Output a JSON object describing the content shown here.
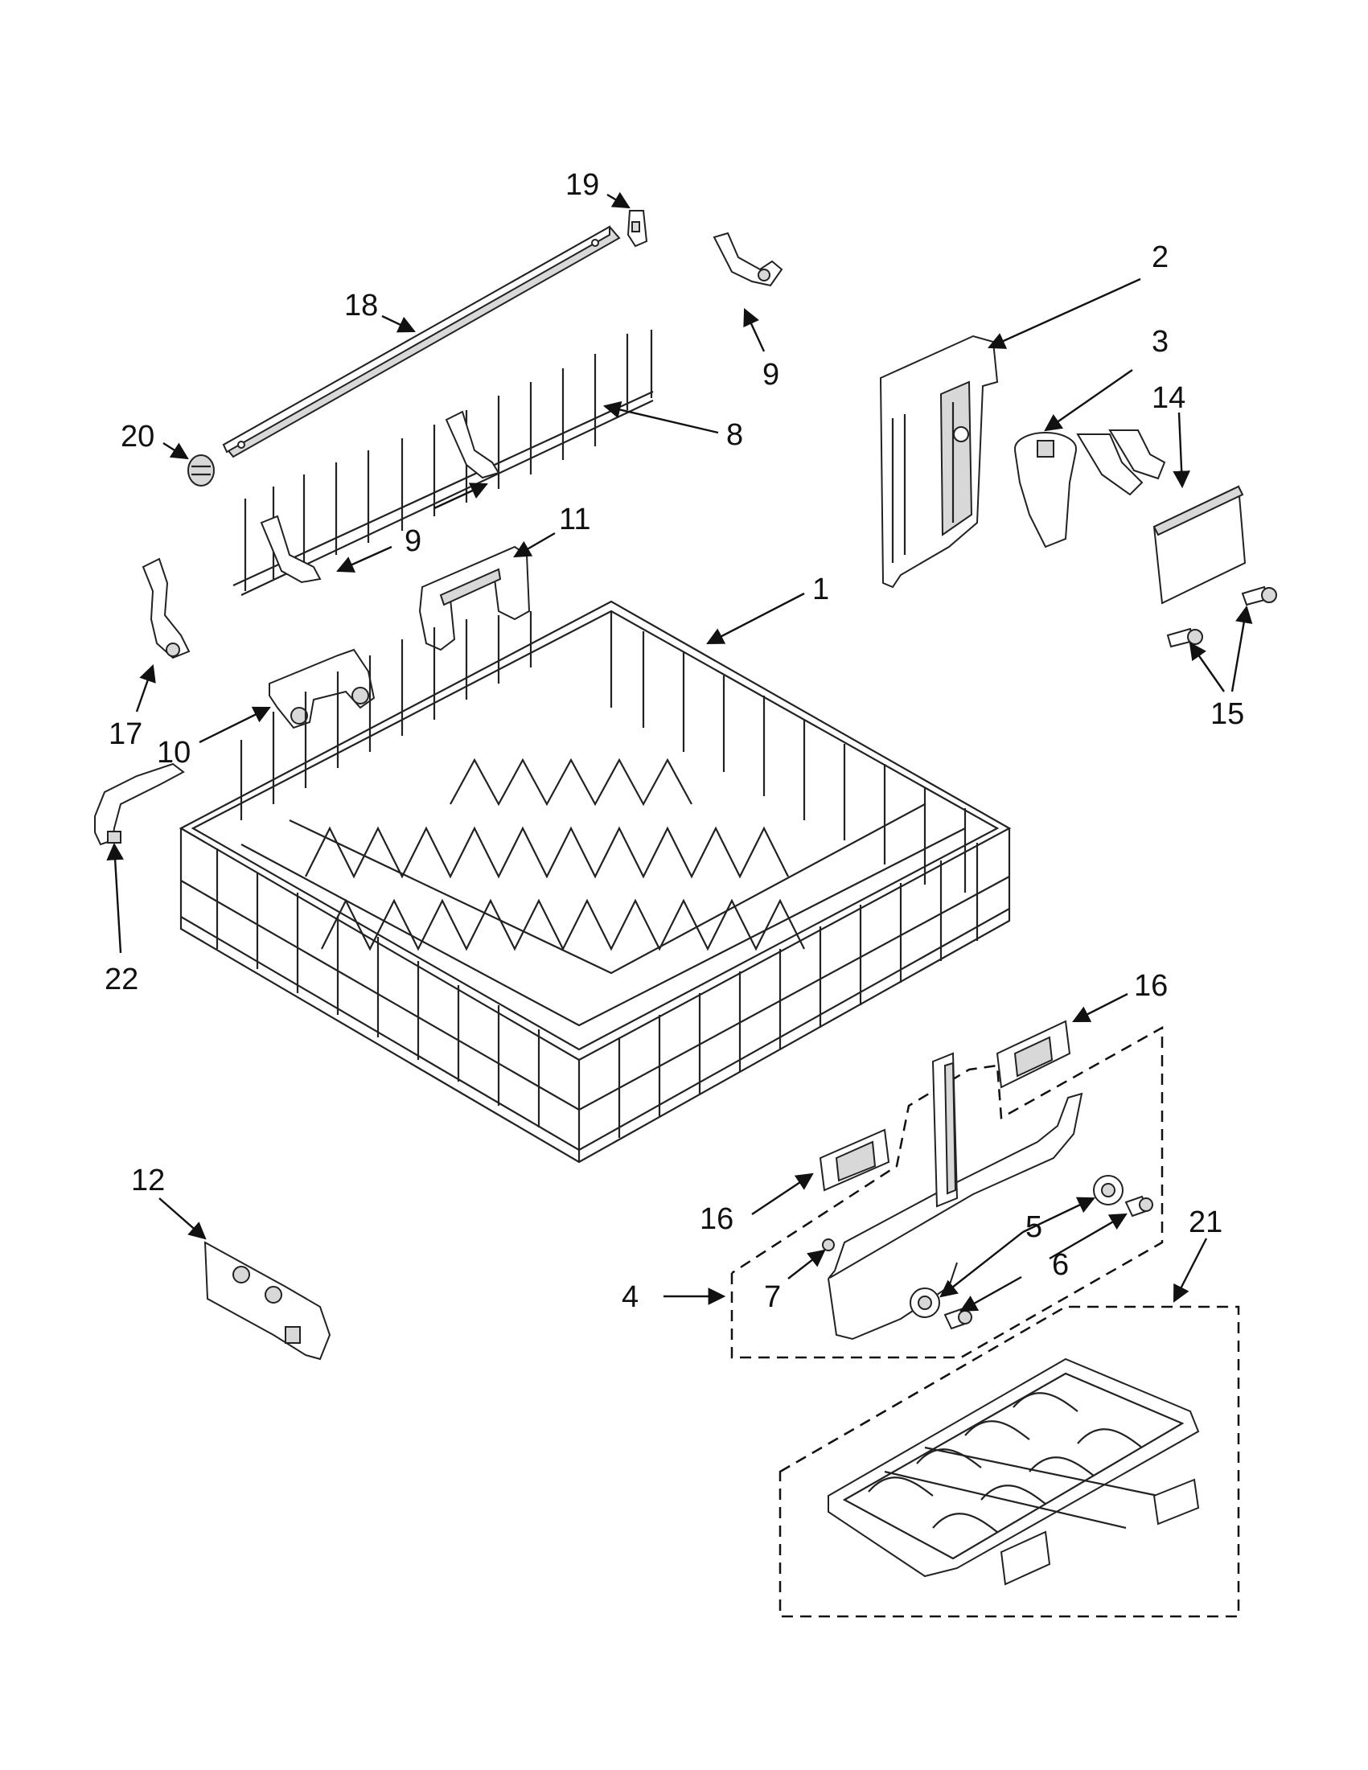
{
  "callouts": {
    "c1": "1",
    "c2": "2",
    "c3": "3",
    "c4": "4",
    "c5": "5",
    "c6": "6",
    "c7": "7",
    "c8": "8",
    "c9a": "9",
    "c9b": "9",
    "c10": "10",
    "c11": "11",
    "c12": "12",
    "c14": "14",
    "c15": "15",
    "c16a": "16",
    "c16b": "16",
    "c17": "17",
    "c18": "18",
    "c19": "19",
    "c20": "20",
    "c21": "21",
    "c22": "22"
  },
  "colors": {
    "line": "#111111",
    "shade": "#d8d8d8",
    "background": "#ffffff"
  }
}
